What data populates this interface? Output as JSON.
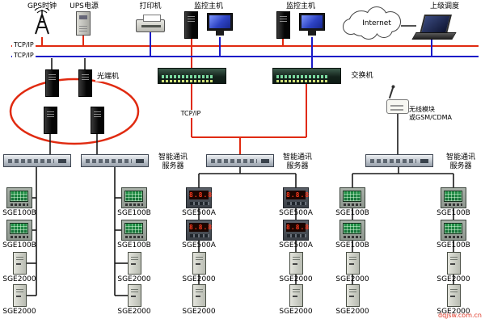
{
  "top_nodes": {
    "gps_label": "GPS时钟",
    "ups_label": "UPS电源",
    "printer_label": "打印机",
    "monitor1_label": "监控主机",
    "monitor2_label": "监控主机",
    "internet_label": "Internet",
    "dispatch_label": "上级调度"
  },
  "bus": {
    "tcpip_top": "TCP/IP",
    "tcpip_bottom": "TCP/IP",
    "tcpip_mid": "TCP/IP"
  },
  "middle": {
    "optical_label": "光端机",
    "switch_label": "交换机",
    "wireless_label_1": "无线模块",
    "wireless_label_2": "或GSM/CDMA"
  },
  "server_labels": [
    {
      "line1": "智能通讯",
      "line2": "服务器"
    },
    {
      "line1": "智能通讯",
      "line2": "服务器"
    },
    {
      "line1": "智能通讯",
      "line2": "服务器"
    }
  ],
  "columns": [
    {
      "devices": [
        "SGE100B",
        "SGE100B",
        "SGE2000",
        "SGE2000"
      ]
    },
    {
      "devices": [
        "SGE100B",
        "SGE100B",
        "SGE2000",
        "SGE2000"
      ]
    },
    {
      "devices": [
        "SGE500A",
        "SGE500A",
        "SGE2000",
        "SGE2000"
      ]
    },
    {
      "devices": [
        "SGE500A",
        "SGE500A",
        "SGE2000",
        "SGE2000"
      ]
    },
    {
      "devices": [
        "SGE100B",
        "SGE100B",
        "SGE2000",
        "SGE2000"
      ]
    },
    {
      "devices": [
        "SGE100B",
        "SGE100B",
        "SGE2000",
        "SGE2000"
      ]
    }
  ],
  "watermark": "dqjsw.com.cn",
  "colors": {
    "bus_red": "#e02a10",
    "bus_blue": "#1b1bc8",
    "wire": "#1a1a1a"
  }
}
